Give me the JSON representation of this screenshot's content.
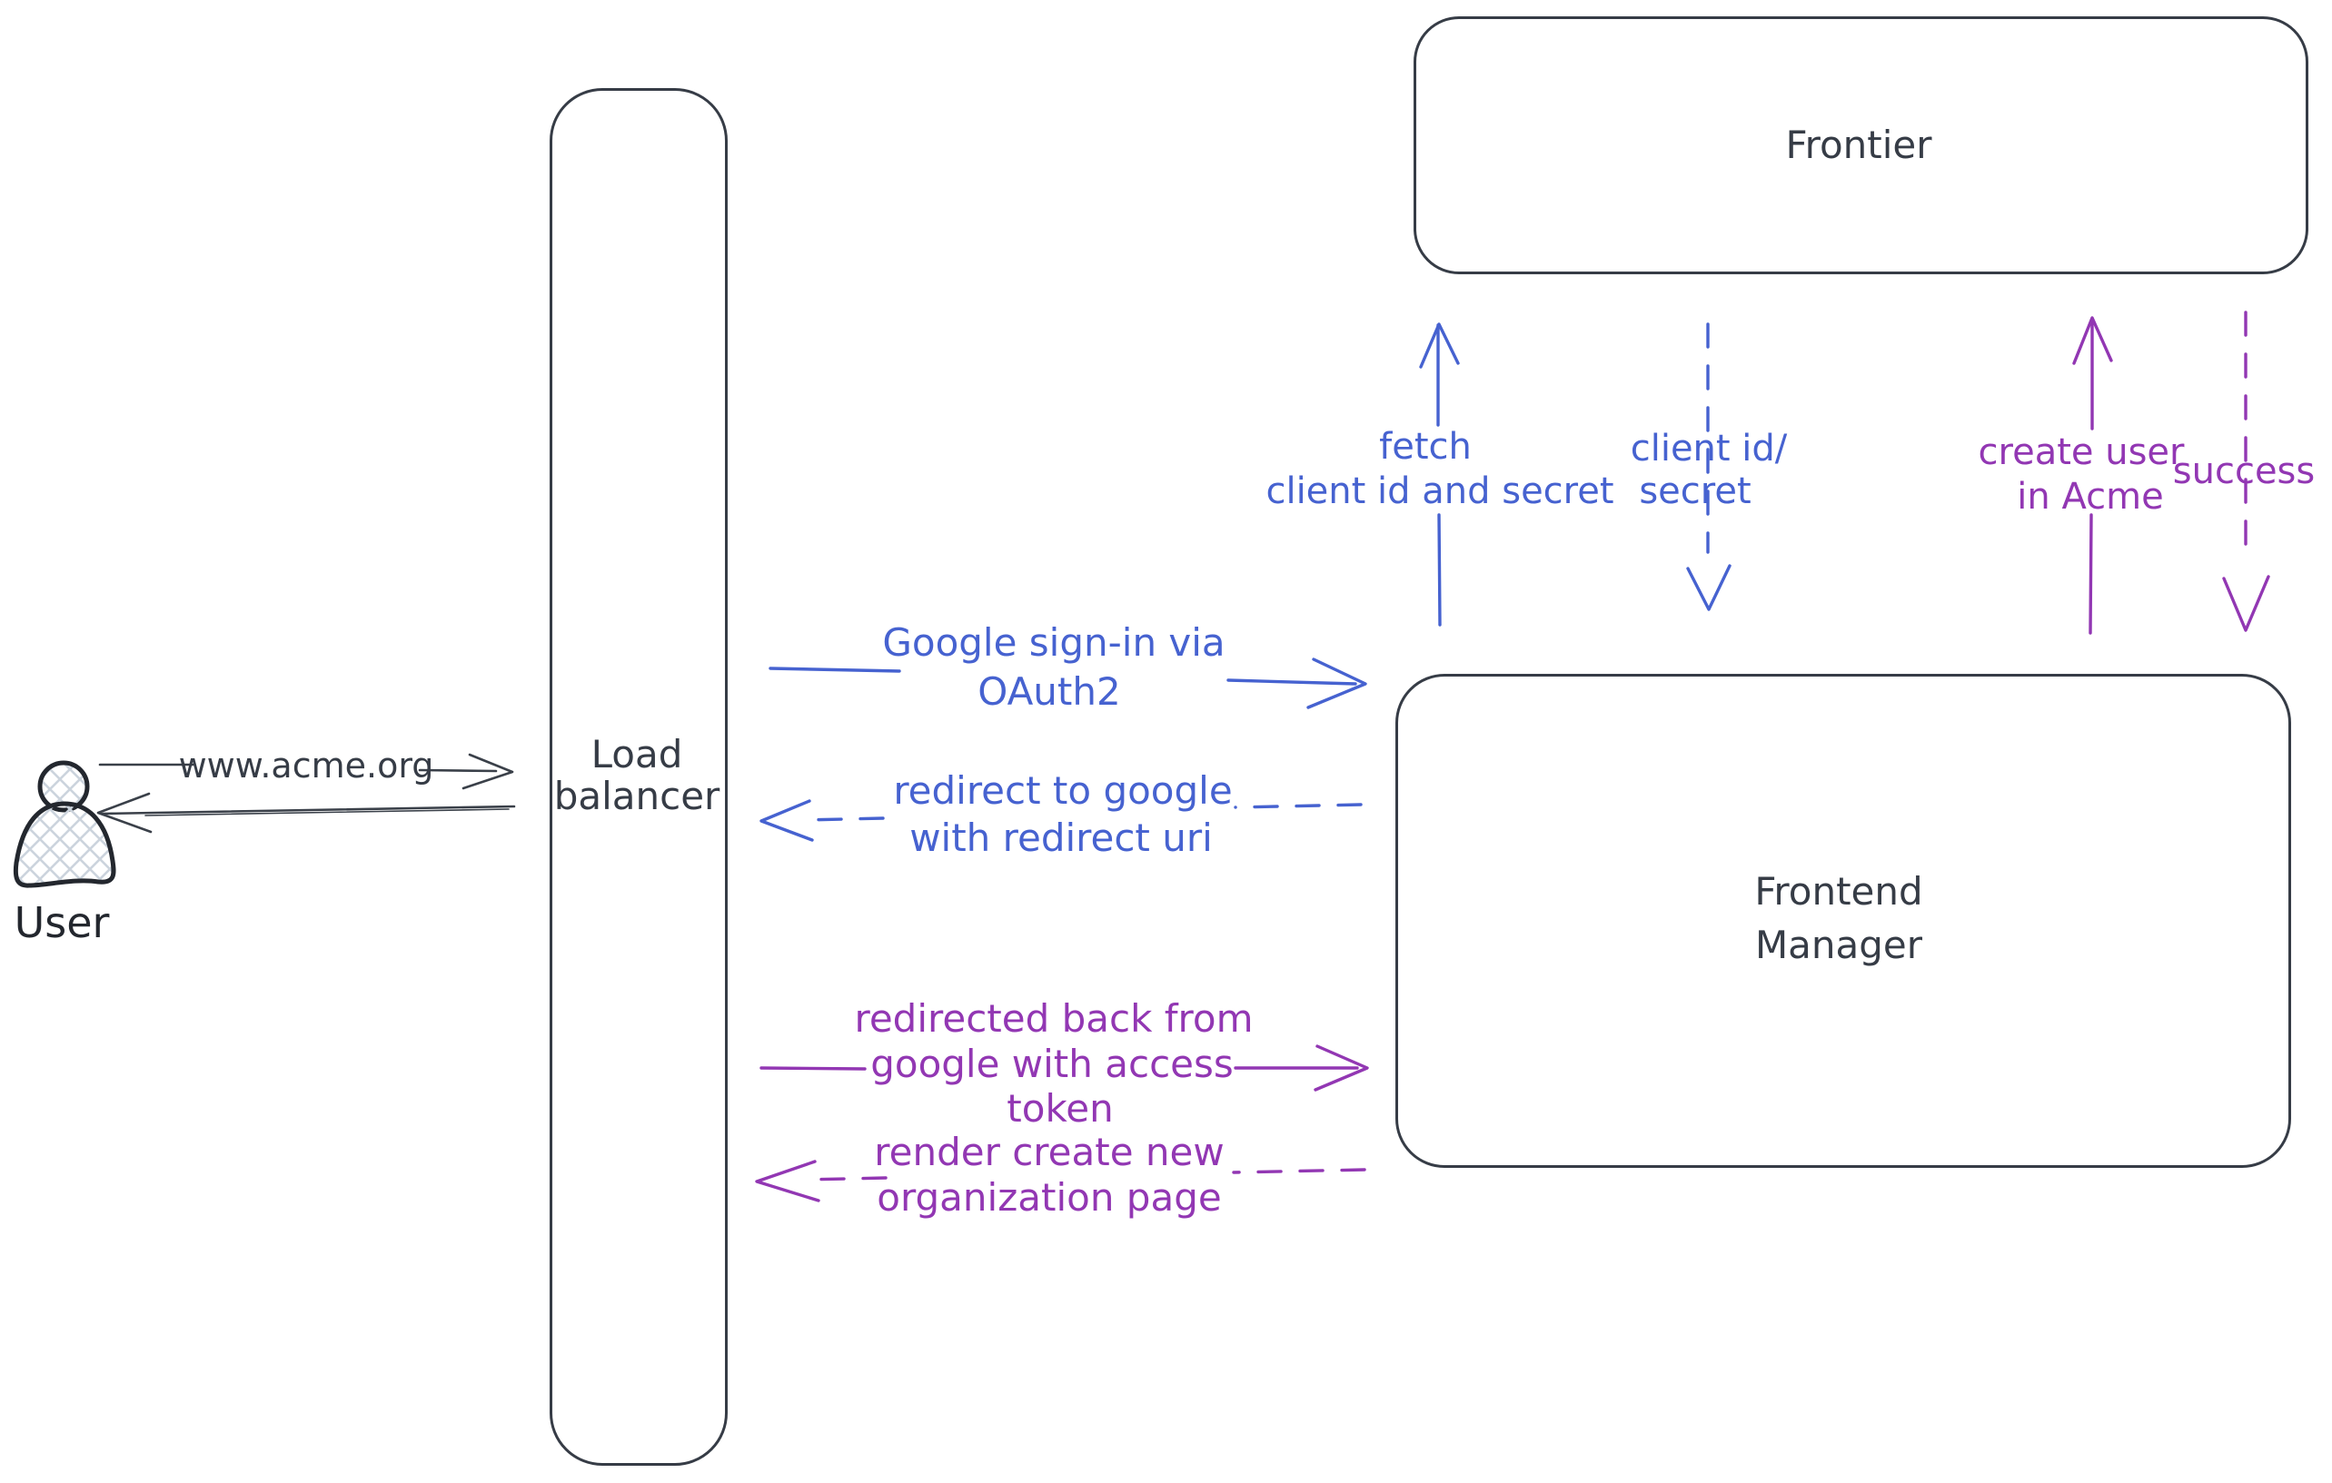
{
  "colors": {
    "ink": "#363c46",
    "user_ink": "#23272e",
    "blue": "#4662d0",
    "purple": "#9237b3",
    "hatch": "#ccd4dd"
  },
  "nodes": {
    "user": {
      "label": "User"
    },
    "load_balancer": {
      "lines": [
        "Load",
        "balancer"
      ]
    },
    "frontier": {
      "label": "Frontier"
    },
    "frontend_manager": {
      "lines": [
        "Frontend",
        "Manager"
      ]
    }
  },
  "edges": {
    "visit_site": {
      "lines": [
        "www.acme.org"
      ],
      "style": "solid",
      "color": "ink",
      "from": "user",
      "to": "load_balancer"
    },
    "response_to_user": {
      "lines": [],
      "style": "solid",
      "color": "ink",
      "from": "load_balancer",
      "to": "user"
    },
    "google_signin": {
      "lines": [
        "Google sign-in via",
        "OAuth2"
      ],
      "style": "solid",
      "color": "blue",
      "from": "load_balancer",
      "to": "frontend_manager"
    },
    "redirect_google": {
      "lines": [
        "redirect to google",
        "with redirect uri"
      ],
      "style": "dashed",
      "color": "blue",
      "from": "frontend_manager",
      "to": "load_balancer"
    },
    "redirected_back": {
      "lines": [
        "redirected back from",
        "google with access",
        "token"
      ],
      "style": "solid",
      "color": "purple",
      "from": "load_balancer",
      "to": "frontend_manager"
    },
    "render_org_page": {
      "lines": [
        "render create new",
        "organization page"
      ],
      "style": "dashed",
      "color": "purple",
      "from": "frontend_manager",
      "to": "load_balancer"
    },
    "fetch_secret": {
      "lines": [
        "fetch",
        "client id and secret"
      ],
      "style": "solid",
      "color": "blue",
      "from": "frontend_manager",
      "to": "frontier"
    },
    "client_id_secret": {
      "lines": [
        "client id/",
        "secret"
      ],
      "style": "dashed",
      "color": "blue",
      "from": "frontier",
      "to": "frontend_manager"
    },
    "create_user": {
      "lines": [
        "create user",
        "in Acme"
      ],
      "style": "solid",
      "color": "purple",
      "from": "frontend_manager",
      "to": "frontier"
    },
    "success": {
      "lines": [
        "success"
      ],
      "style": "dashed",
      "color": "purple",
      "from": "frontier",
      "to": "frontend_manager"
    }
  }
}
